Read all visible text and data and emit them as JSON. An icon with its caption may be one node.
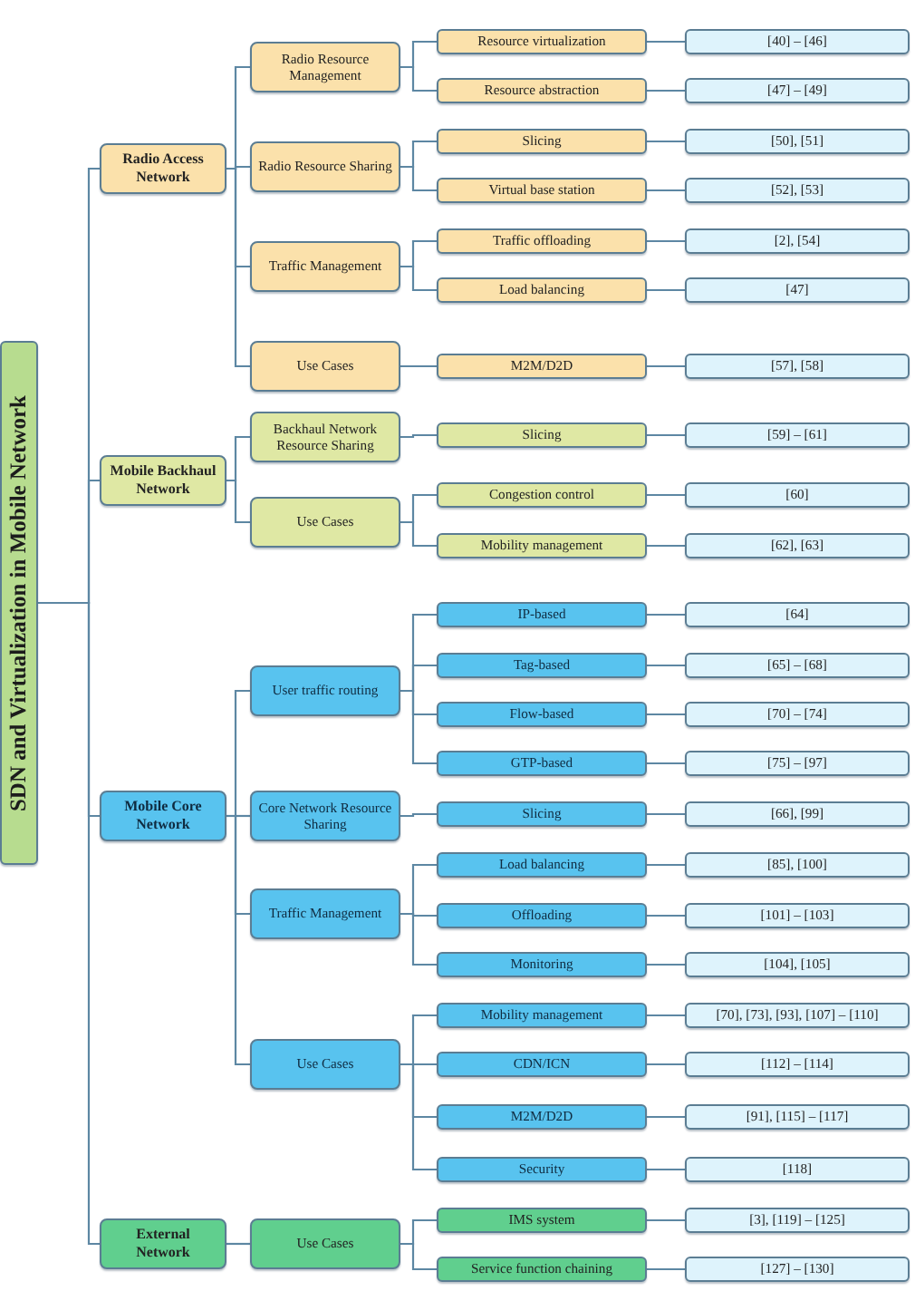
{
  "diagram": {
    "nodes": [
      {
        "text": [
          "SDN and Virtualization in Mobile Network"
        ]
      },
      {
        "text": [
          "Radio Access Network"
        ]
      },
      {
        "text": [
          "Radio Resource Management"
        ]
      },
      {
        "text": [
          "Resource virtualization"
        ]
      },
      {
        "text": [
          "[40] – [46]"
        ]
      },
      {
        "text": [
          "Resource abstraction"
        ]
      },
      {
        "text": [
          "[47] – [49]"
        ]
      },
      {
        "text": [
          "Radio Resource Sharing"
        ]
      },
      {
        "text": [
          "Slicing"
        ]
      },
      {
        "text": [
          "[50], [51]"
        ]
      },
      {
        "text": [
          "Virtual base station"
        ]
      },
      {
        "text": [
          "[52], [53]"
        ]
      },
      {
        "text": [
          "Traffic Management"
        ]
      },
      {
        "text": [
          "Traffic offloading"
        ]
      },
      {
        "text": [
          "[2], [54]"
        ]
      },
      {
        "text": [
          "Load balancing"
        ]
      },
      {
        "text": [
          "[47]"
        ]
      },
      {
        "text": [
          "Use Cases"
        ]
      },
      {
        "text": [
          "M2M/D2D"
        ]
      },
      {
        "text": [
          "[57], [58]"
        ]
      },
      {
        "text": [
          "Mobile Backhaul Network"
        ]
      },
      {
        "text": [
          "Backhaul Network Resource Sharing"
        ]
      },
      {
        "text": [
          "Slicing"
        ]
      },
      {
        "text": [
          "[59] – [61]"
        ]
      },
      {
        "text": [
          "Use Cases"
        ]
      },
      {
        "text": [
          "Congestion control"
        ]
      },
      {
        "text": [
          "[60]"
        ]
      },
      {
        "text": [
          "Mobility management"
        ]
      },
      {
        "text": [
          "[62], [63]"
        ]
      },
      {
        "text": [
          "Mobile Core Network"
        ]
      },
      {
        "text": [
          "User traffic routing"
        ]
      },
      {
        "text": [
          "IP-based"
        ]
      },
      {
        "text": [
          "[64]"
        ]
      },
      {
        "text": [
          "Tag-based"
        ]
      },
      {
        "text": [
          "[65] – [68]"
        ]
      },
      {
        "text": [
          "Flow-based"
        ]
      },
      {
        "text": [
          "[70] – [74]"
        ]
      },
      {
        "text": [
          "GTP-based"
        ]
      },
      {
        "text": [
          "[75] – [97]"
        ]
      },
      {
        "text": [
          "Core Network Resource Sharing"
        ]
      },
      {
        "text": [
          "Slicing"
        ]
      },
      {
        "text": [
          "[66], [99]"
        ]
      },
      {
        "text": [
          "Traffic Management"
        ]
      },
      {
        "text": [
          "Load balancing"
        ]
      },
      {
        "text": [
          "[85], [100]"
        ]
      },
      {
        "text": [
          "Offloading"
        ]
      },
      {
        "text": [
          "[101] – [103]"
        ]
      },
      {
        "text": [
          "Monitoring"
        ]
      },
      {
        "text": [
          "[104], [105]"
        ]
      },
      {
        "text": [
          "Use Cases"
        ]
      },
      {
        "text": [
          "Mobility management"
        ]
      },
      {
        "text": [
          "[70], [73], [93], [107] – [110]"
        ]
      },
      {
        "text": [
          "CDN/ICN"
        ]
      },
      {
        "text": [
          "[112] – [114]"
        ]
      },
      {
        "text": [
          "M2M/D2D"
        ]
      },
      {
        "text": [
          "[91], [115] – [117]"
        ]
      },
      {
        "text": [
          "Security"
        ]
      },
      {
        "text": [
          "[118]"
        ]
      },
      {
        "text": [
          "External Network"
        ]
      },
      {
        "text": [
          "Use Cases"
        ]
      },
      {
        "text": [
          "IMS system"
        ]
      },
      {
        "text": [
          "[3], [119] – [125]"
        ]
      },
      {
        "text": [
          "Service function chaining"
        ]
      },
      {
        "text": [
          "[127] – [130]"
        ]
      }
    ],
    "edges": [
      {
        "from": 0,
        "to": 1,
        "arrow": "none"
      },
      {
        "from": 1,
        "to": 2,
        "arrow": "none"
      },
      {
        "from": 2,
        "to": 3,
        "arrow": "none"
      },
      {
        "from": 3,
        "to": 4,
        "arrow": "none"
      },
      {
        "from": 2,
        "to": 5,
        "arrow": "none"
      },
      {
        "from": 5,
        "to": 6,
        "arrow": "none"
      },
      {
        "from": 1,
        "to": 7,
        "arrow": "none"
      },
      {
        "from": 7,
        "to": 8,
        "arrow": "none"
      },
      {
        "from": 8,
        "to": 9,
        "arrow": "none"
      },
      {
        "from": 7,
        "to": 10,
        "arrow": "none"
      },
      {
        "from": 10,
        "to": 11,
        "arrow": "none"
      },
      {
        "from": 1,
        "to": 12,
        "arrow": "none"
      },
      {
        "from": 12,
        "to": 13,
        "arrow": "none"
      },
      {
        "from": 13,
        "to": 14,
        "arrow": "none"
      },
      {
        "from": 12,
        "to": 15,
        "arrow": "none"
      },
      {
        "from": 15,
        "to": 16,
        "arrow": "none"
      },
      {
        "from": 1,
        "to": 17,
        "arrow": "none"
      },
      {
        "from": 17,
        "to": 18,
        "arrow": "none"
      },
      {
        "from": 18,
        "to": 19,
        "arrow": "none"
      },
      {
        "from": 0,
        "to": 20,
        "arrow": "none"
      },
      {
        "from": 20,
        "to": 21,
        "arrow": "none"
      },
      {
        "from": 21,
        "to": 22,
        "arrow": "none"
      },
      {
        "from": 22,
        "to": 23,
        "arrow": "none"
      },
      {
        "from": 20,
        "to": 24,
        "arrow": "none"
      },
      {
        "from": 24,
        "to": 25,
        "arrow": "none"
      },
      {
        "from": 25,
        "to": 26,
        "arrow": "none"
      },
      {
        "from": 24,
        "to": 27,
        "arrow": "none"
      },
      {
        "from": 27,
        "to": 28,
        "arrow": "none"
      },
      {
        "from": 0,
        "to": 29,
        "arrow": "none"
      },
      {
        "from": 29,
        "to": 30,
        "arrow": "none"
      },
      {
        "from": 30,
        "to": 31,
        "arrow": "none"
      },
      {
        "from": 31,
        "to": 32,
        "arrow": "none"
      },
      {
        "from": 30,
        "to": 33,
        "arrow": "none"
      },
      {
        "from": 33,
        "to": 34,
        "arrow": "none"
      },
      {
        "from": 30,
        "to": 35,
        "arrow": "none"
      },
      {
        "from": 35,
        "to": 36,
        "arrow": "none"
      },
      {
        "from": 30,
        "to": 37,
        "arrow": "none"
      },
      {
        "from": 37,
        "to": 38,
        "arrow": "none"
      },
      {
        "from": 29,
        "to": 39,
        "arrow": "none"
      },
      {
        "from": 39,
        "to": 40,
        "arrow": "none"
      },
      {
        "from": 40,
        "to": 41,
        "arrow": "none"
      },
      {
        "from": 29,
        "to": 42,
        "arrow": "none"
      },
      {
        "from": 42,
        "to": 43,
        "arrow": "none"
      },
      {
        "from": 43,
        "to": 44,
        "arrow": "none"
      },
      {
        "from": 42,
        "to": 45,
        "arrow": "none"
      },
      {
        "from": 45,
        "to": 46,
        "arrow": "none"
      },
      {
        "from": 42,
        "to": 47,
        "arrow": "none"
      },
      {
        "from": 47,
        "to": 48,
        "arrow": "none"
      },
      {
        "from": 29,
        "to": 49,
        "arrow": "none"
      },
      {
        "from": 49,
        "to": 50,
        "arrow": "none"
      },
      {
        "from": 50,
        "to": 51,
        "arrow": "none"
      },
      {
        "from": 49,
        "to": 52,
        "arrow": "none"
      },
      {
        "from": 52,
        "to": 53,
        "arrow": "none"
      },
      {
        "from": 49,
        "to": 54,
        "arrow": "none"
      },
      {
        "from": 54,
        "to": 55,
        "arrow": "none"
      },
      {
        "from": 49,
        "to": 56,
        "arrow": "none"
      },
      {
        "from": 56,
        "to": 57,
        "arrow": "none"
      },
      {
        "from": 0,
        "to": 58,
        "arrow": "none"
      },
      {
        "from": 58,
        "to": 59,
        "arrow": "none"
      },
      {
        "from": 59,
        "to": 60,
        "arrow": "none"
      },
      {
        "from": 60,
        "to": 61,
        "arrow": "none"
      },
      {
        "from": 59,
        "to": 62,
        "arrow": "none"
      },
      {
        "from": 62,
        "to": 63,
        "arrow": "none"
      }
    ]
  }
}
